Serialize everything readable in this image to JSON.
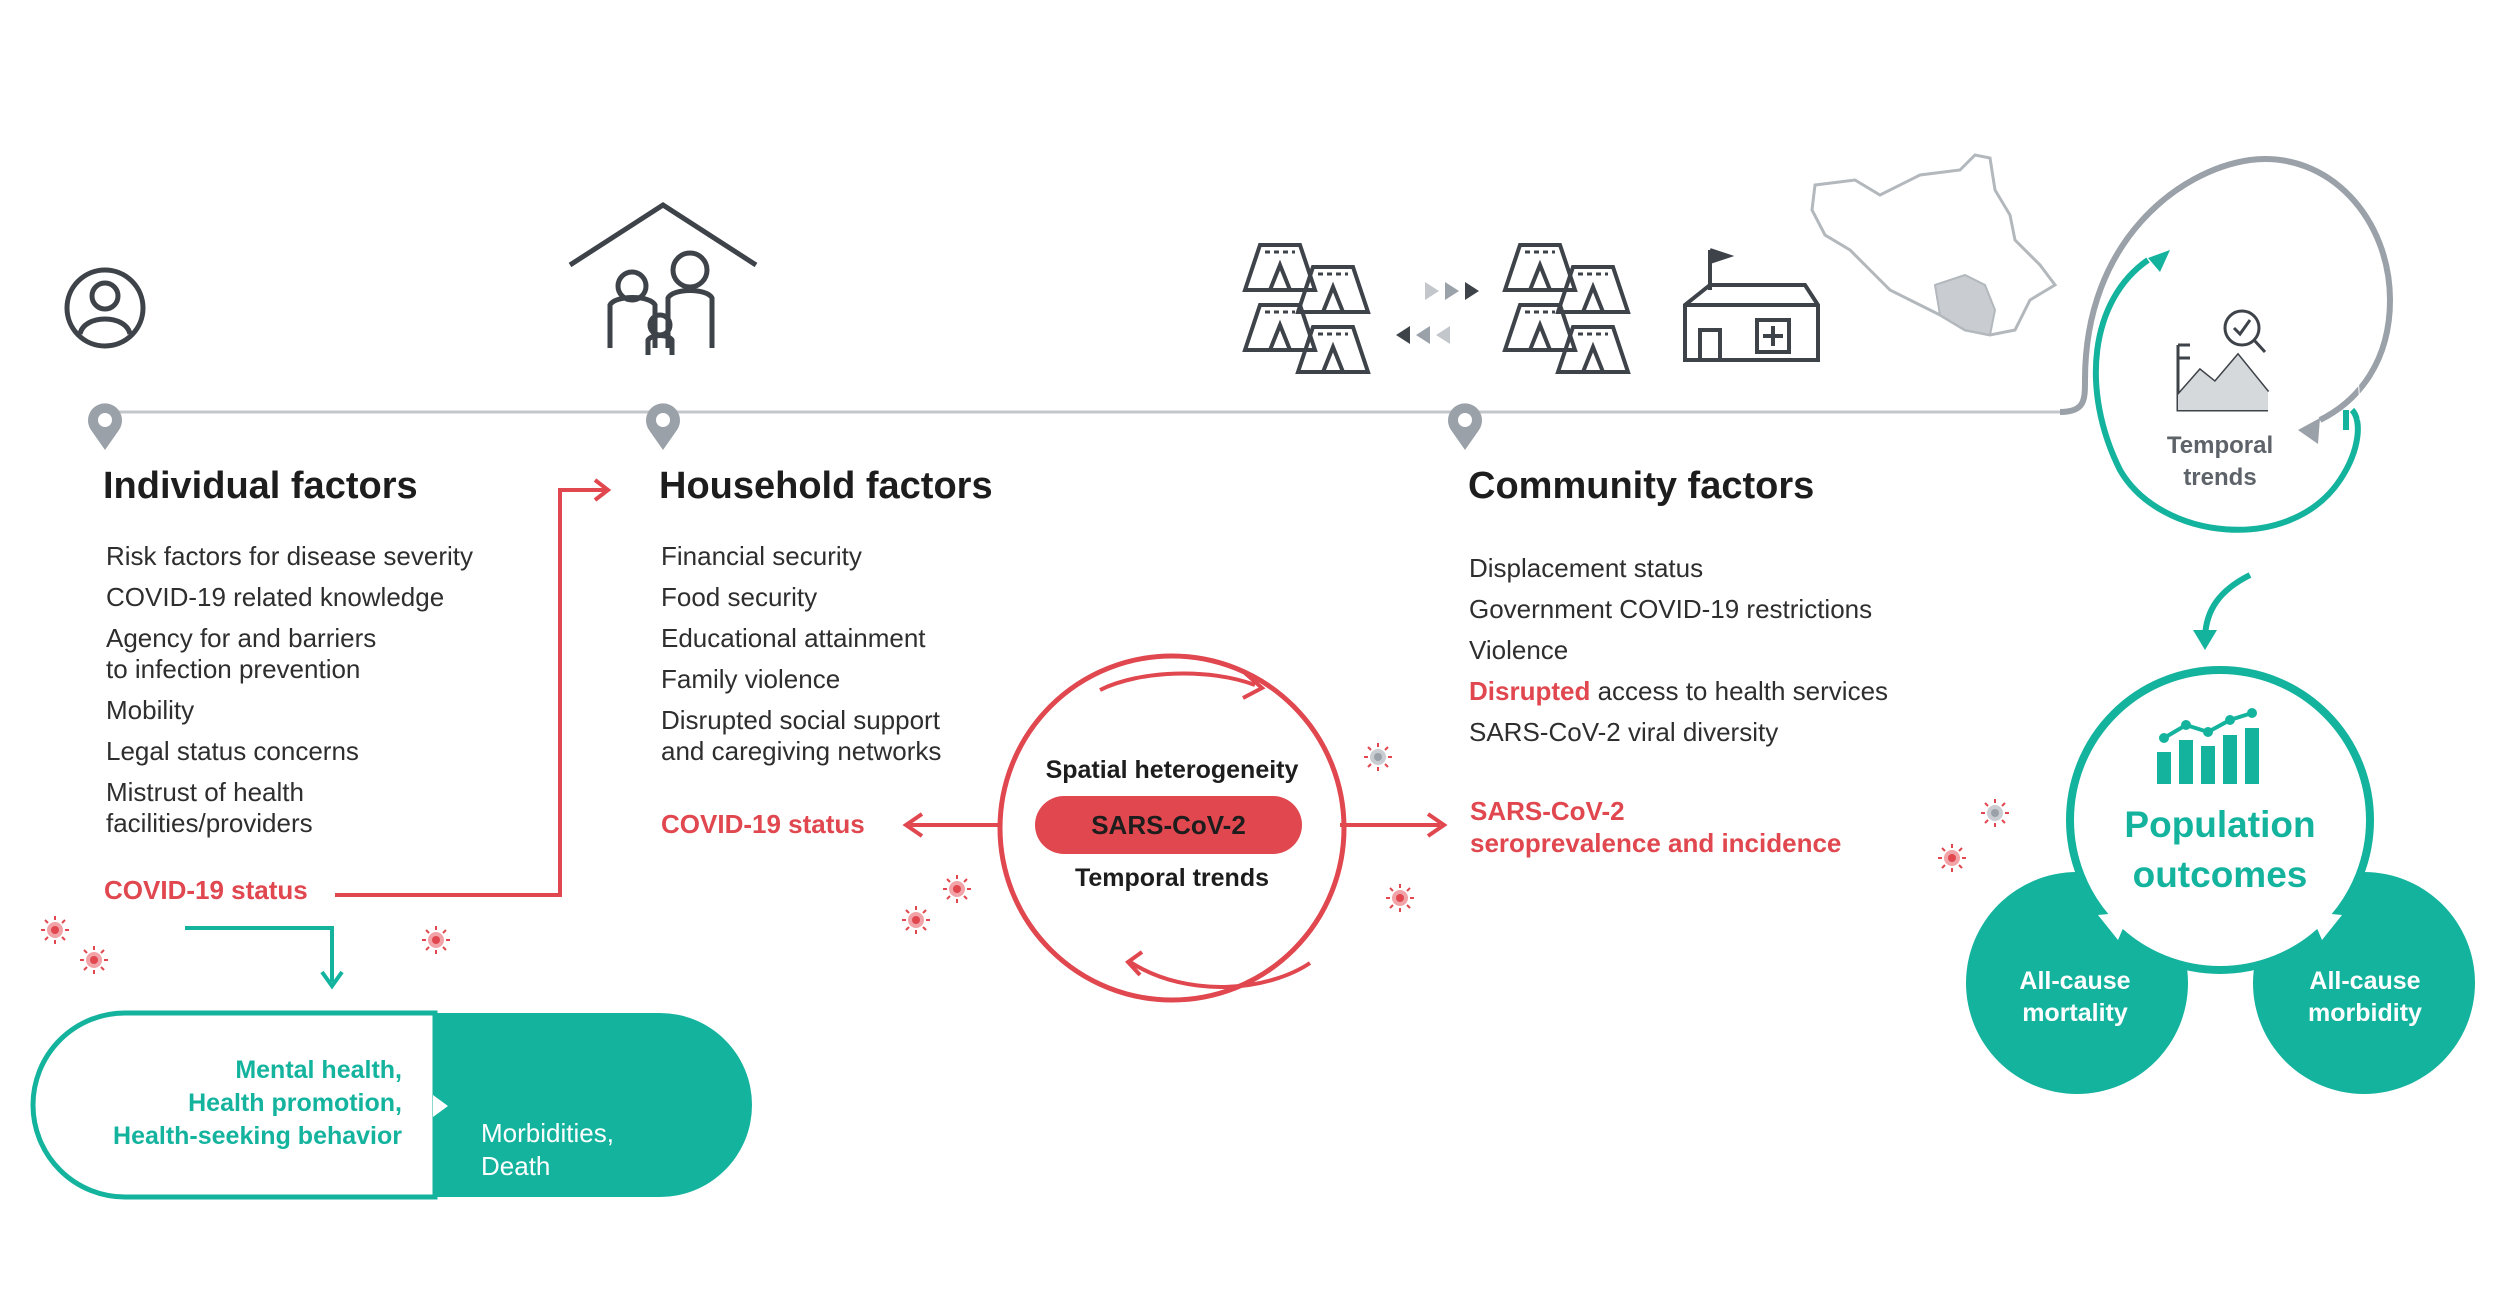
{
  "individual": {
    "title": "Individual factors",
    "items": [
      "Risk factors for disease severity",
      "COVID-19 related knowledge",
      "Agency for and barriers\nto infection prevention",
      "Mobility",
      "Legal status concerns",
      "Mistrust of health\nfacilities/providers"
    ],
    "status": "COVID-19 status"
  },
  "household": {
    "title": "Household factors",
    "items": [
      "Financial security",
      "Food security",
      "Educational attainment",
      "Family violence",
      "Disrupted social support\nand caregiving networks"
    ],
    "status": "COVID-19 status"
  },
  "community": {
    "title": "Community factors",
    "items": [
      "Displacement status",
      "Government COVID-19 restrictions",
      "Violence"
    ],
    "disrupted_word": "Disrupted",
    "disrupted_rest": " access to health services",
    "last_item": "SARS-CoV-2 viral diversity",
    "sero_line1": "SARS-CoV-2",
    "sero_line2": "seroprevalence and incidence"
  },
  "center_cycle": {
    "top": "Spatial heterogeneity",
    "pill": "SARS-CoV-2",
    "bottom": "Temporal trends"
  },
  "outcomes_box": {
    "left_line1": "Mental health,",
    "left_line2": "Health promotion,",
    "left_line3": "Health-seeking behavior",
    "right_line1": "Morbidities,",
    "right_line2": "Death"
  },
  "temporal": {
    "line1": "Temporal",
    "line2": "trends"
  },
  "population": {
    "line1": "Population",
    "line2": "outcomes",
    "mortality_line1": "All-cause",
    "mortality_line2": "mortality",
    "morbidity_line1": "All-cause",
    "morbidity_line2": "morbidity"
  },
  "colors": {
    "red": "#e0474f",
    "teal": "#14b39e",
    "gray": "#9aa1a8",
    "dark": "#3e434a"
  },
  "icons": [
    "person-icon",
    "house-family-icon",
    "tents-icon",
    "exchange-arrows-icon",
    "clinic-icon",
    "country-map-icon",
    "map-pin-icon",
    "trend-chart-icon",
    "bar-chart-icon",
    "virus-icon"
  ]
}
